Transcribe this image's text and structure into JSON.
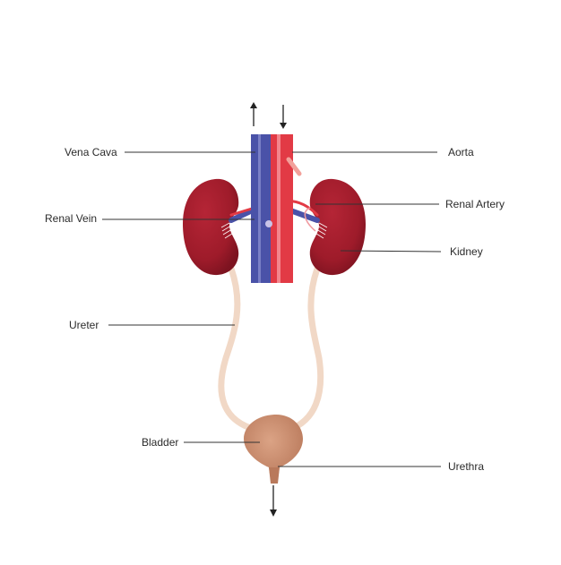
{
  "labels": {
    "vena_cava": "Vena Cava",
    "aorta": "Aorta",
    "renal_artery": "Renal Artery",
    "renal_vein": "Renal Vein",
    "kidney": "Kidney",
    "ureter": "Ureter",
    "bladder": "Bladder",
    "urethra": "Urethra"
  },
  "colors": {
    "vein": "#4a52a8",
    "artery": "#e23a45",
    "kidney": "#9e1b2a",
    "ureter": "#f1d8c6",
    "bladder": "#c98c6e",
    "leader": "#333333"
  }
}
